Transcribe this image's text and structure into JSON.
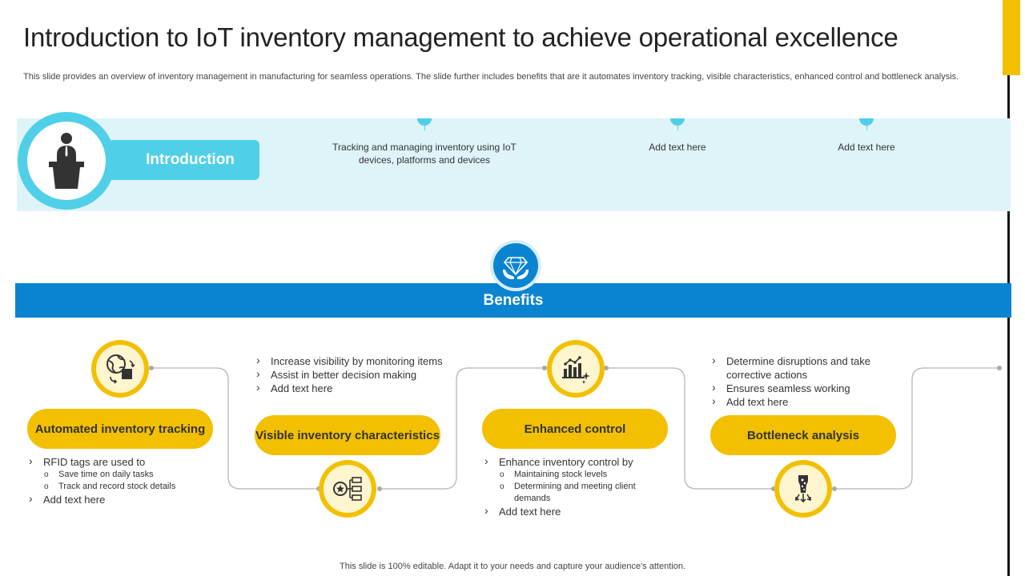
{
  "header": {
    "title": "Introduction to IoT inventory management to achieve operational excellence",
    "subtitle": "This slide provides an overview of inventory management in manufacturing for seamless operations. The slide further includes benefits that are it automates inventory tracking, visible characteristics, enhanced control and bottleneck analysis."
  },
  "intro": {
    "label": "Introduction",
    "icon": "speaker-podium-icon",
    "points": [
      "Tracking and managing inventory using IoT devices, platforms and devices",
      "Add text here",
      "Add text here"
    ]
  },
  "benefits": {
    "label": "Benefits",
    "icon": "diamond-hands-icon",
    "items": [
      {
        "title": "Automated inventory tracking",
        "icon": "globe-box-icon",
        "bullets": [
          {
            "text": "RFID tags are used to",
            "sub": [
              "Save time on daily tasks",
              "Track and record stock details"
            ]
          },
          {
            "text": "Add text here",
            "sub": []
          }
        ]
      },
      {
        "title": "Visible inventory characteristics",
        "icon": "star-list-icon",
        "bullets": [
          {
            "text": "Increase visibility by monitoring items",
            "sub": []
          },
          {
            "text": "Assist in better decision making",
            "sub": []
          },
          {
            "text": "Add text here",
            "sub": []
          }
        ]
      },
      {
        "title": "Enhanced control",
        "icon": "bar-chart-sparkle-icon",
        "bullets": [
          {
            "text": "Enhance inventory control by",
            "sub": [
              "Maintaining stock levels",
              "Determining and meeting client demands"
            ]
          },
          {
            "text": "Add text here",
            "sub": []
          }
        ]
      },
      {
        "title": "Bottleneck analysis",
        "icon": "bottleneck-icon",
        "bullets": [
          {
            "text": "Determine disruptions and take corrective actions",
            "sub": []
          },
          {
            "text": "Ensures seamless working",
            "sub": []
          },
          {
            "text": "Add text here",
            "sub": []
          }
        ]
      }
    ]
  },
  "footer": {
    "text": "This slide is 100% editable. Adapt it to your needs and capture your audience's attention."
  },
  "colors": {
    "accent_yellow": "#f2c000",
    "intro_cyan": "#4fd0e8",
    "intro_band": "#dff4f9",
    "benefits_blue": "#0a84d0"
  }
}
